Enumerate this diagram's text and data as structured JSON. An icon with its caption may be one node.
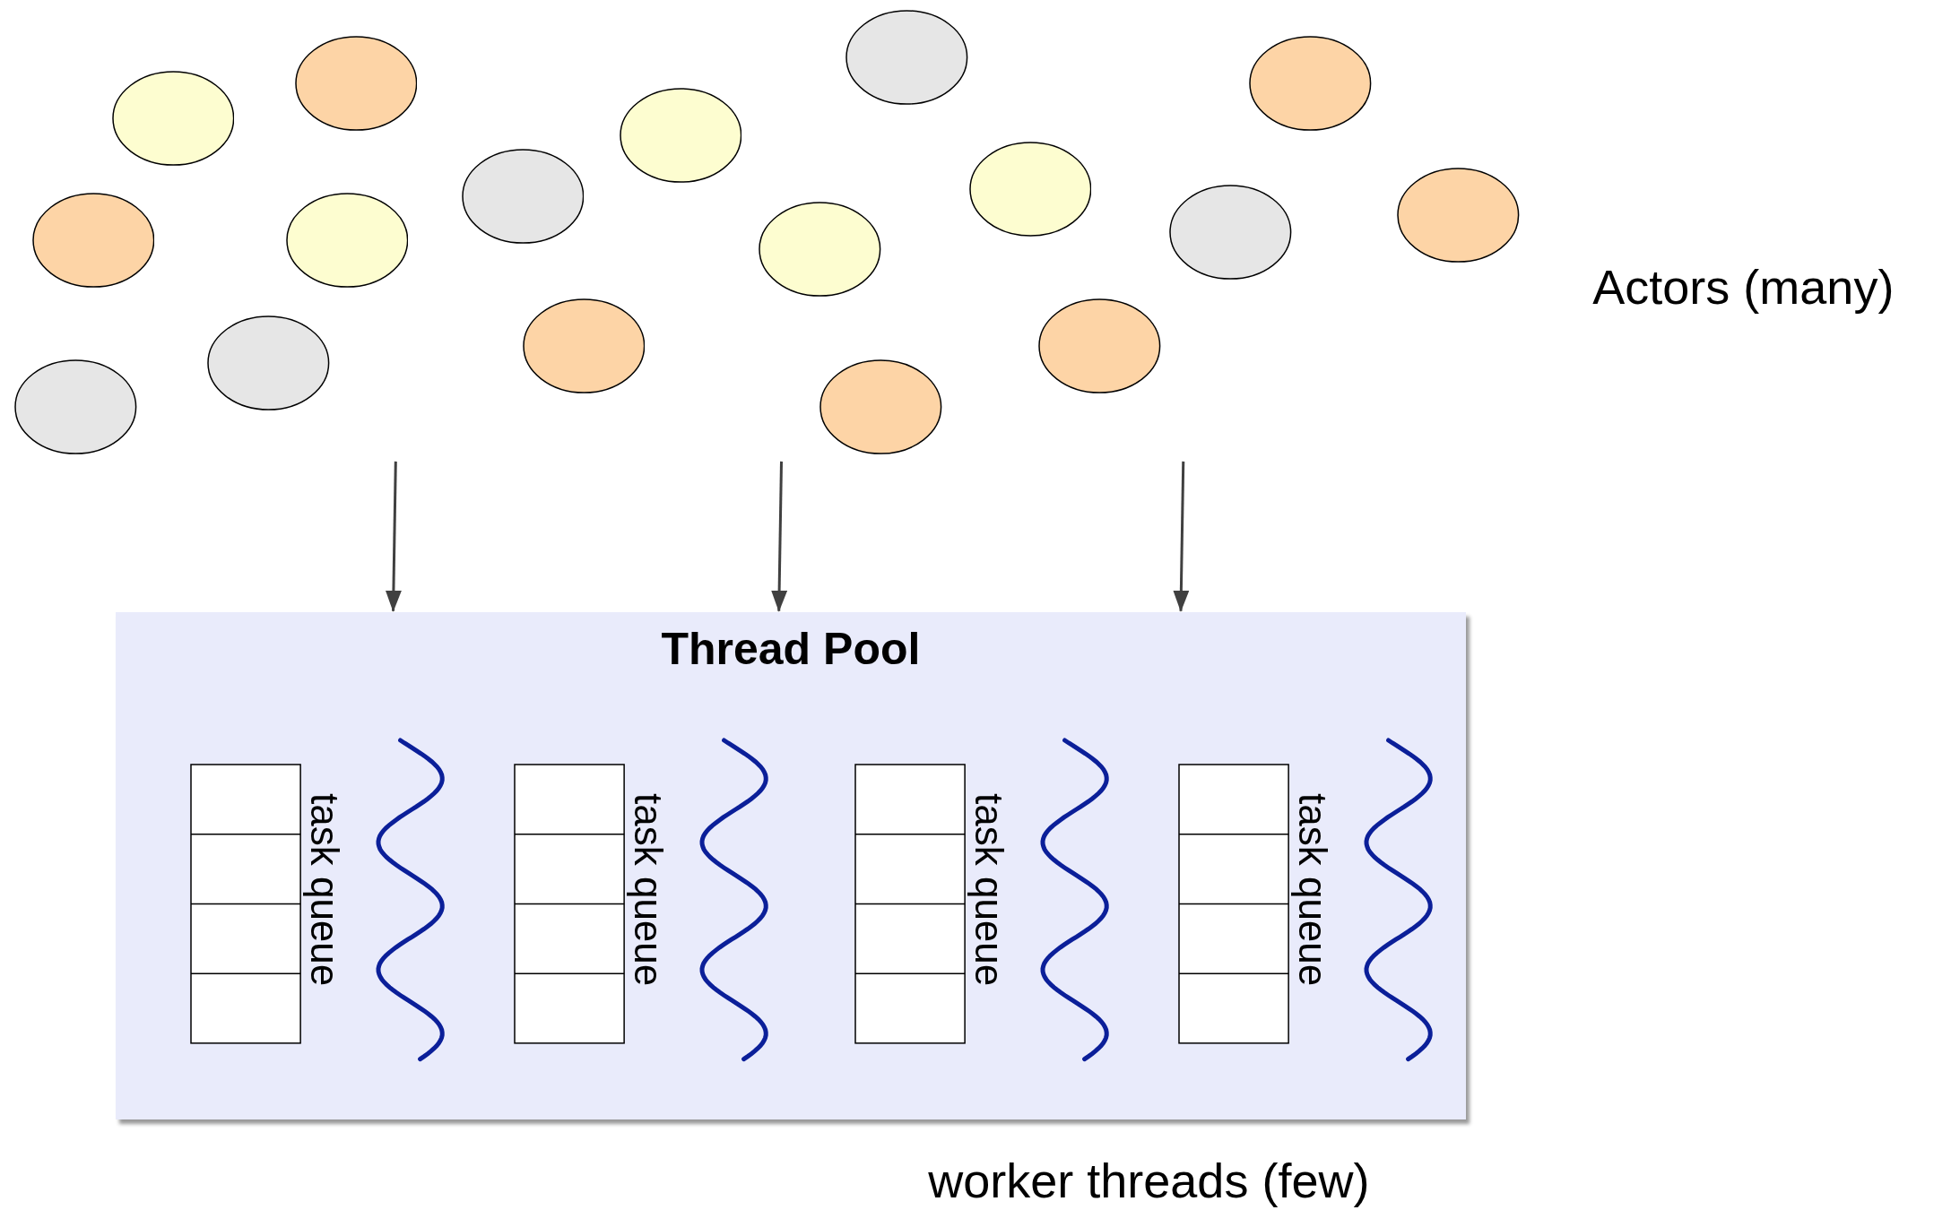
{
  "diagram": {
    "nodes": [
      {
        "text": [],
        "shape": "ellipse"
      },
      {
        "text": [],
        "shape": "ellipse"
      },
      {
        "text": [],
        "shape": "ellipse"
      },
      {
        "text": [],
        "shape": "ellipse"
      },
      {
        "text": [],
        "shape": "ellipse"
      },
      {
        "text": [],
        "shape": "ellipse"
      },
      {
        "text": [],
        "shape": "ellipse"
      },
      {
        "text": [],
        "shape": "ellipse"
      },
      {
        "text": [],
        "shape": "ellipse"
      },
      {
        "text": [],
        "shape": "ellipse"
      },
      {
        "text": [],
        "shape": "ellipse"
      },
      {
        "text": [],
        "shape": "ellipse"
      },
      {
        "text": [],
        "shape": "ellipse"
      },
      {
        "text": [],
        "shape": "ellipse"
      },
      {
        "text": [],
        "shape": "ellipse"
      },
      {
        "text": [],
        "shape": "ellipse"
      },
      {
        "text": [],
        "shape": "ellipse"
      },
      {
        "text": [
          "Thread Pool"
        ]
      },
      {
        "text": [
          "task queue"
        ],
        "in": 17
      },
      {
        "text": [],
        "shape": "wave",
        "in": 17
      },
      {
        "text": [
          "task queue"
        ],
        "in": 17
      },
      {
        "text": [],
        "shape": "wave",
        "in": 17
      },
      {
        "text": [
          "task queue"
        ],
        "in": 17
      },
      {
        "text": [],
        "shape": "wave",
        "in": 17
      },
      {
        "text": [
          "task queue"
        ],
        "in": 17
      },
      {
        "text": [],
        "shape": "wave",
        "in": 17
      }
    ],
    "edges": [
      {
        "from": null,
        "to": 17,
        "arrow": "to"
      },
      {
        "from": null,
        "to": 17,
        "arrow": "to"
      },
      {
        "from": null,
        "to": 17,
        "arrow": "to"
      }
    ],
    "labels": [
      "Actors (many)",
      "worker threads (few)"
    ]
  }
}
